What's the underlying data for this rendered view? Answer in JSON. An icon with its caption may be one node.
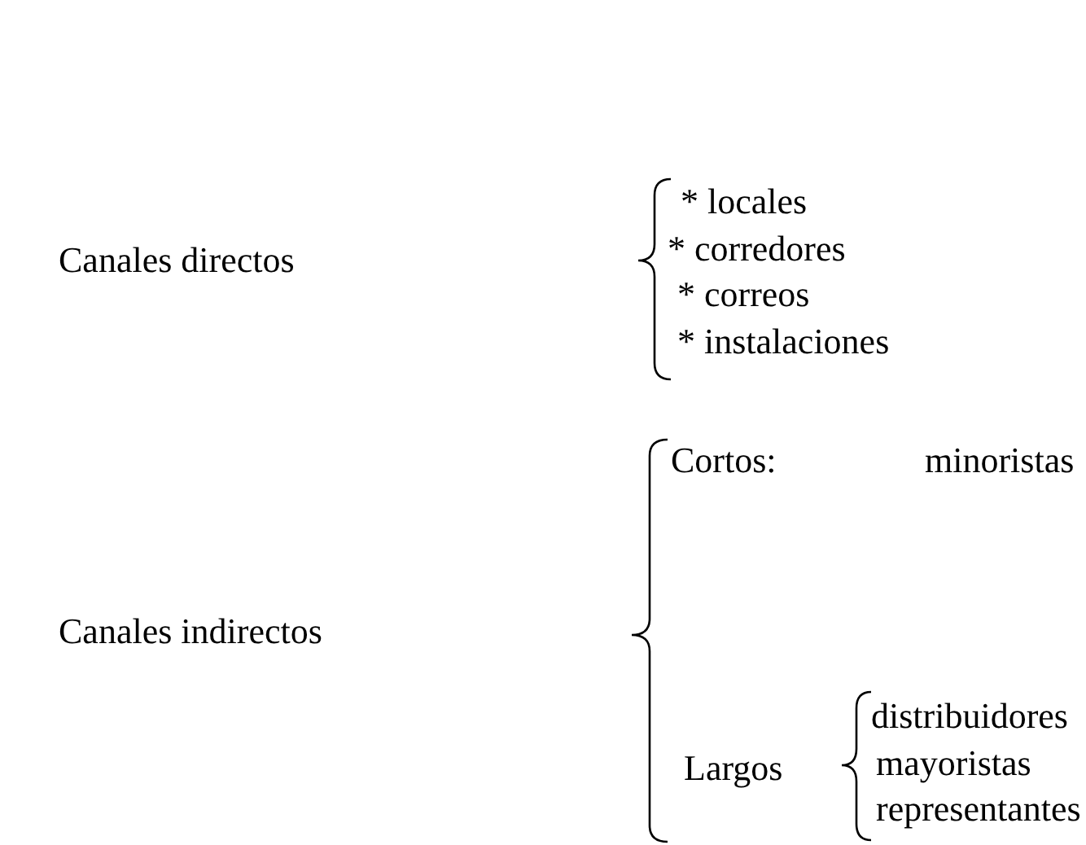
{
  "diagram": {
    "labels": [
      "Canales directos",
      "* locales",
      "* corredores",
      "* correos",
      "* instalaciones",
      "Canales indirectos",
      "Cortos:",
      "minoristas",
      "Largos",
      "distribuidores",
      "mayoristas",
      "representantes"
    ]
  }
}
